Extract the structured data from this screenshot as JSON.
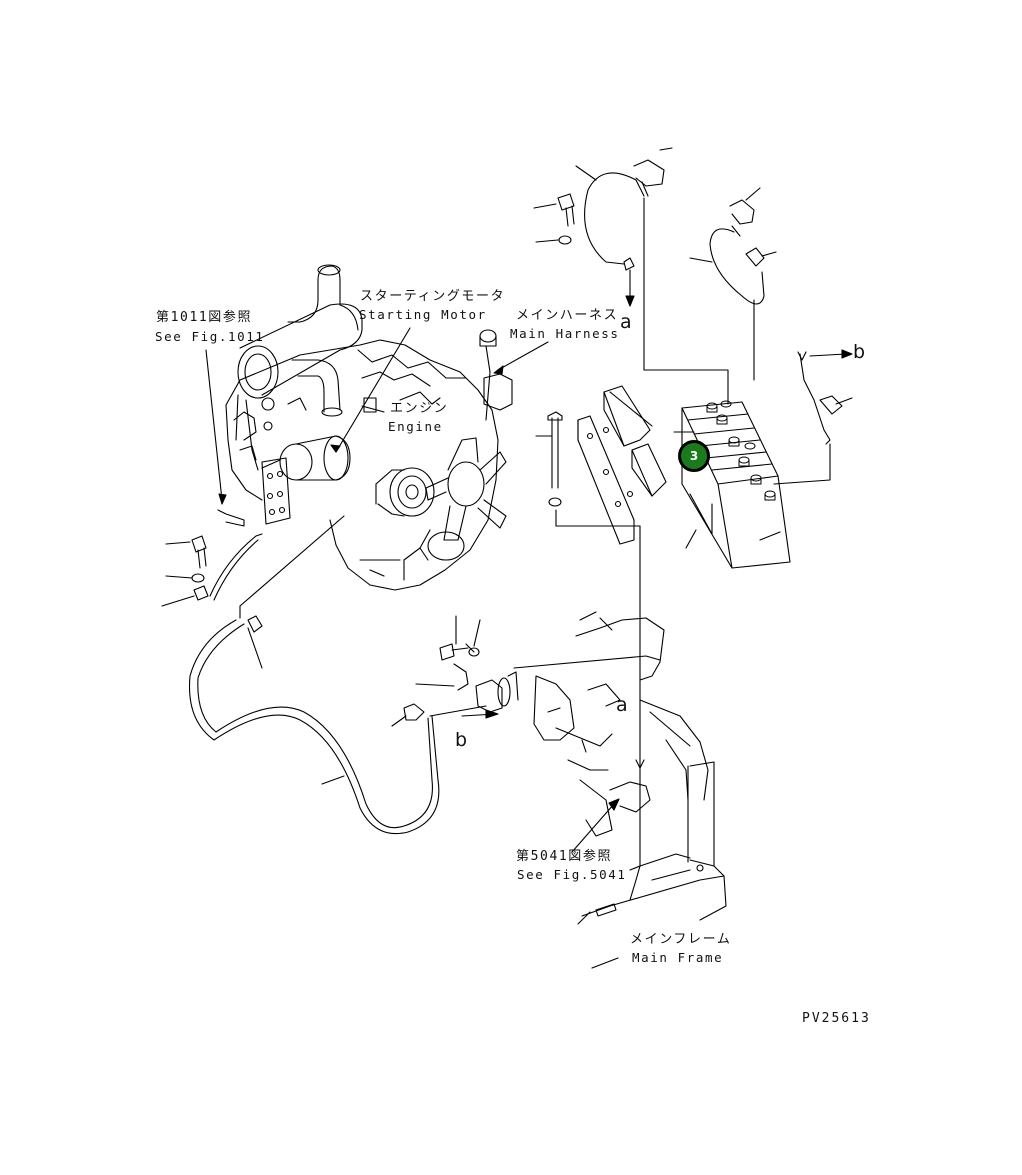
{
  "diagram": {
    "drawing_id": "PV25613",
    "colors": {
      "line": "#000000",
      "callout_fill": "#1b7a1b",
      "background": "#ffffff"
    },
    "labels": {
      "starting_motor_ja": "スターティングモータ",
      "starting_motor_en": "Starting Motor",
      "main_harness_ja": "メインハーネス",
      "main_harness_en": "Main Harness",
      "engine_ja": "エンジン",
      "engine_en": "Engine",
      "see_fig_1011_ja": "第1011図参照",
      "see_fig_1011_en": "See Fig.1011",
      "see_fig_5041_ja": "第5041図参照",
      "see_fig_5041_en": "See Fig.5041",
      "main_frame_ja": "メインフレーム",
      "main_frame_en": "Main Frame"
    },
    "connection_marks": {
      "a_top": "a",
      "b_top": "b",
      "a_bottom": "a",
      "b_bottom": "b"
    },
    "callouts": [
      {
        "number": "3",
        "icon": "green-circle-callout"
      }
    ]
  }
}
